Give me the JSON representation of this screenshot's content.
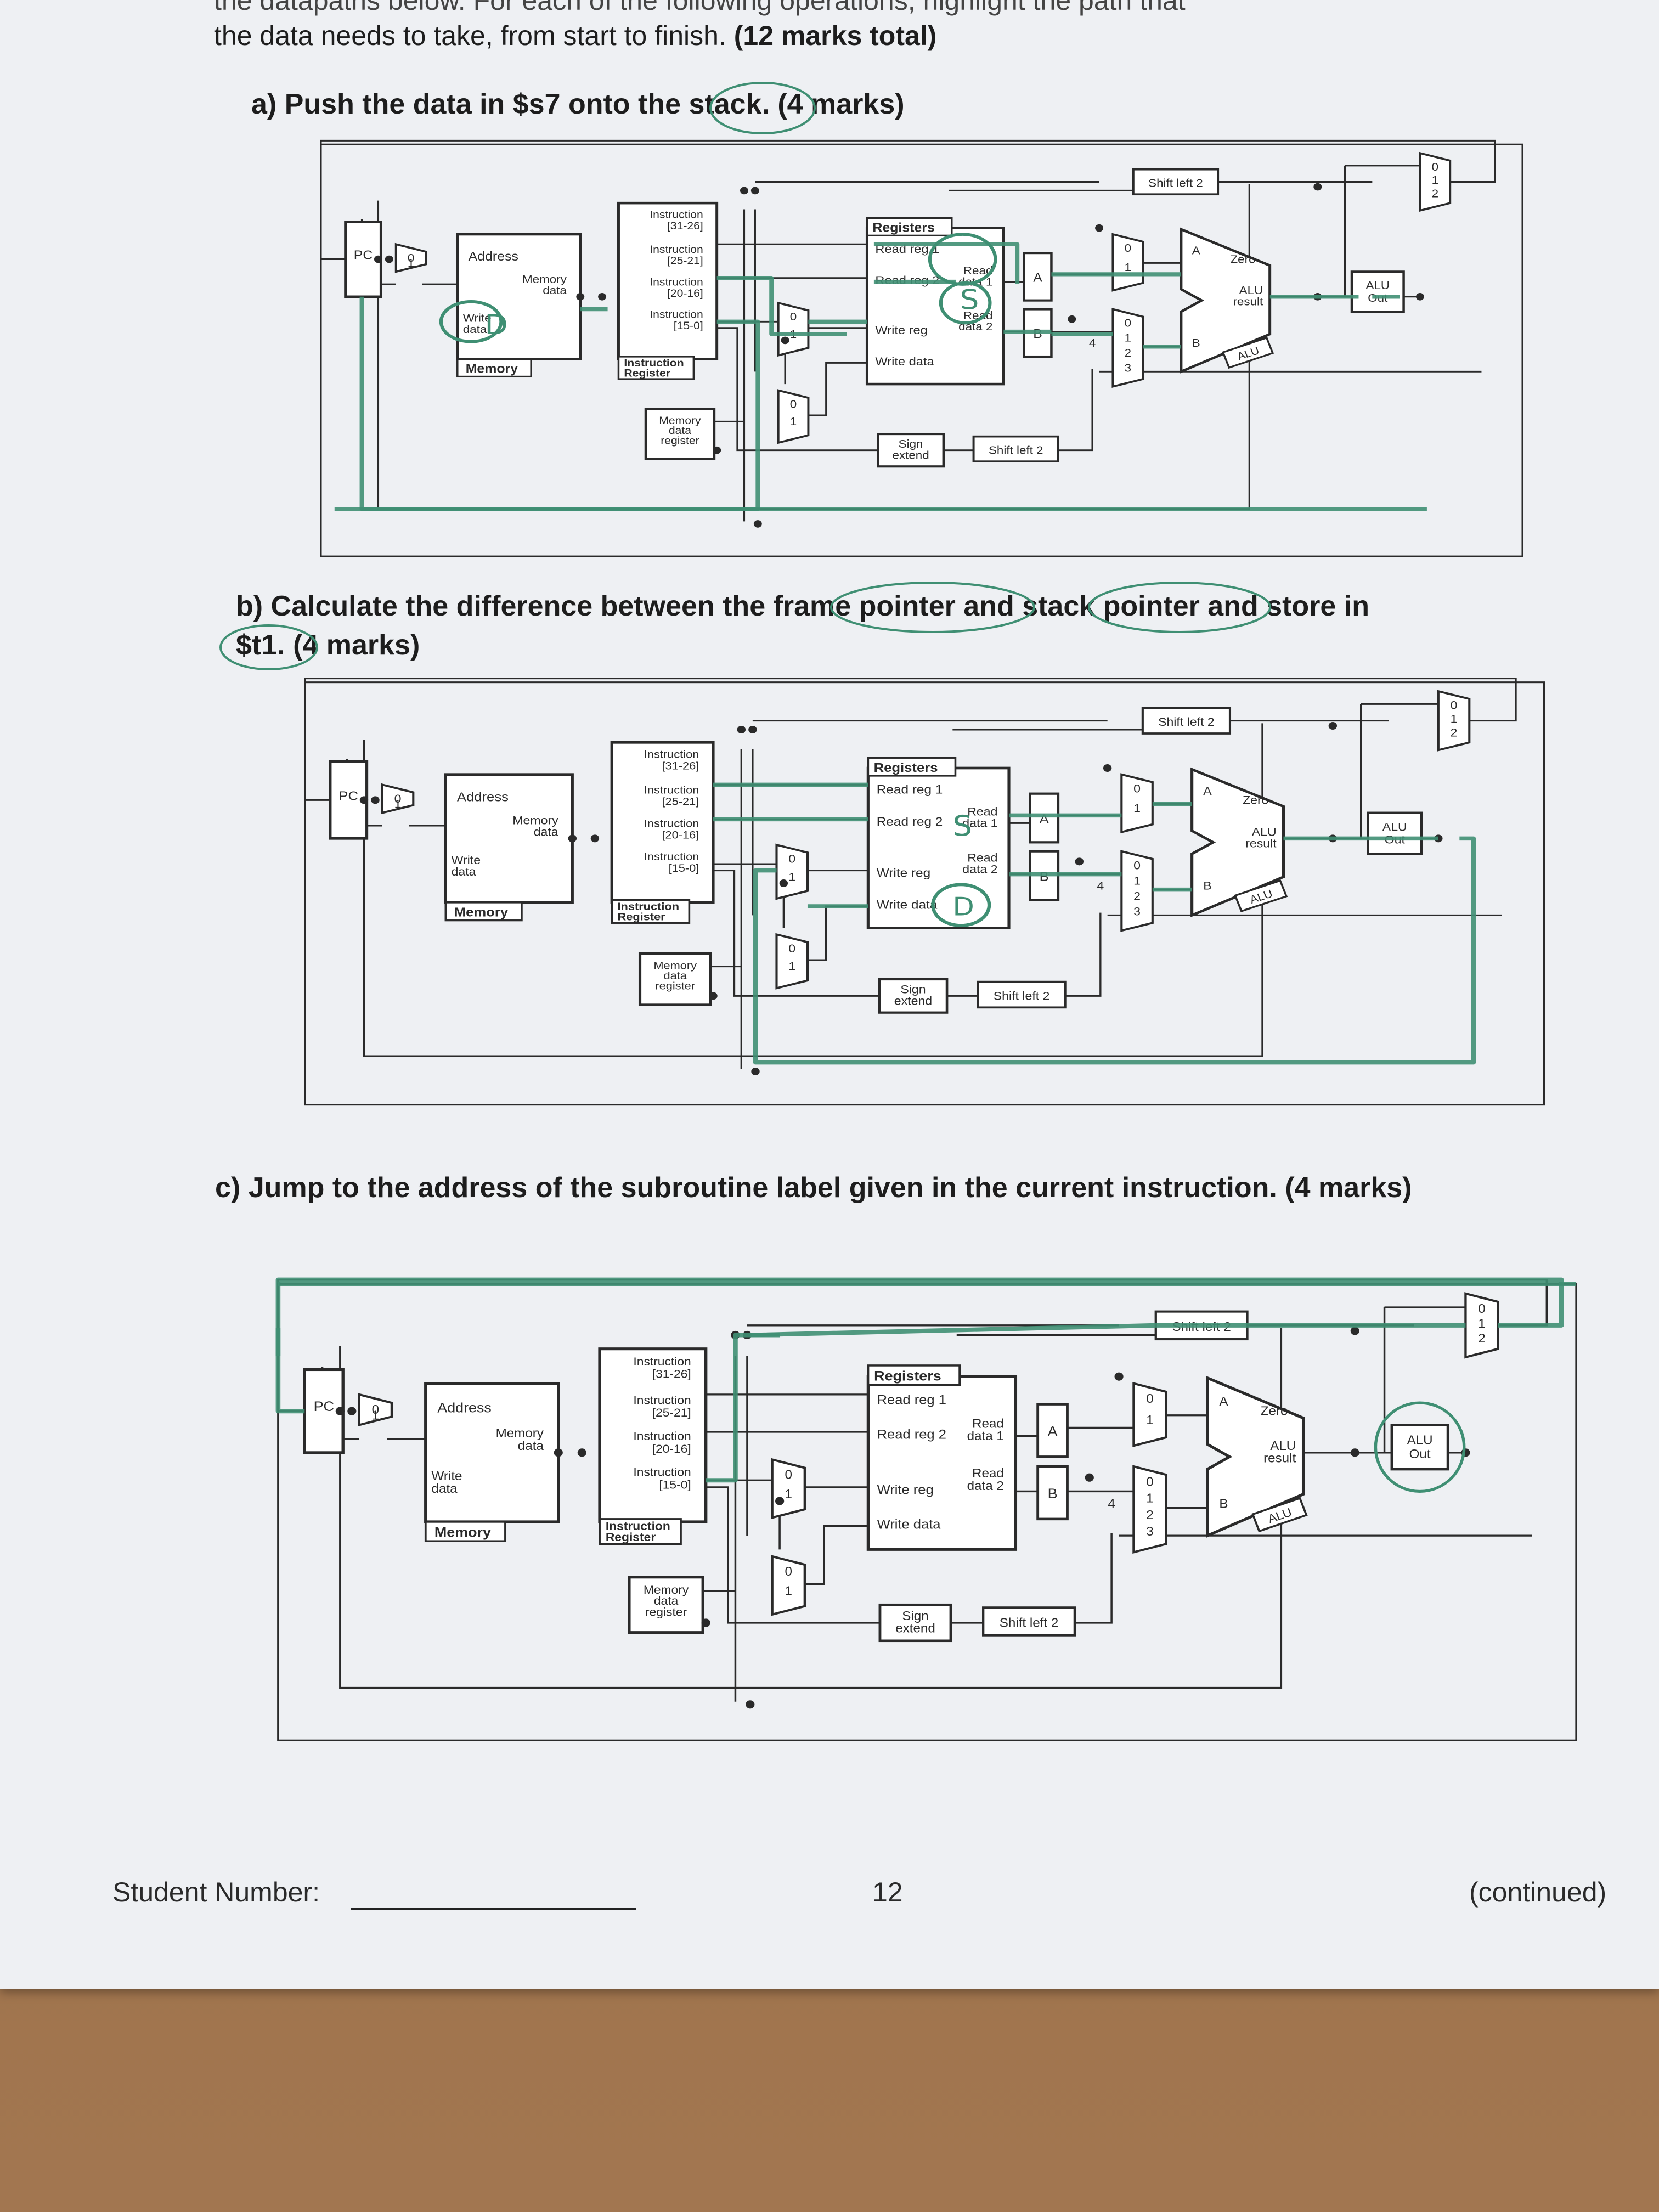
{
  "header": {
    "line1": "the datapaths below. For each of the following operations, highlight the path that",
    "line2": "the data needs to take, from start to finish.",
    "line2_marks": "(12 marks total)"
  },
  "questions": [
    {
      "label": "a)",
      "text": "Push the data in $s7 onto the stack.",
      "marks": "(4 marks)"
    },
    {
      "label": "b)",
      "text": "Calculate the difference between the frame pointer and stack pointer and store in",
      "text2": "$t1.",
      "marks": "(4 marks)"
    },
    {
      "label": "c)",
      "text": "Jump to the address of the subroutine label given in the current instruction.",
      "marks": "(4 marks)"
    }
  ],
  "diagram": {
    "pc": "PC",
    "mux0": "0",
    "mux1": "1",
    "mux2": "2",
    "mux3": "3",
    "address": "Address",
    "memory_data_1": "Memory",
    "memory_data_2": "data",
    "write_data_1": "Write",
    "write_data_2": "data",
    "memory": "Memory",
    "instr_3126_1": "Instruction",
    "instr_3126_2": "[31-26]",
    "instr_2521_1": "Instruction",
    "instr_2521_2": "[25-21]",
    "instr_2016_1": "Instruction",
    "instr_2016_2": "[20-16]",
    "instr_150_1": "Instruction",
    "instr_150_2": "[15-0]",
    "instr_reg_1": "Instruction",
    "instr_reg_2": "Register",
    "mdr_1": "Memory",
    "mdr_2": "data",
    "mdr_3": "register",
    "registers": "Registers",
    "read_reg1": "Read reg 1",
    "read_reg2": "Read reg 2",
    "write_reg": "Write reg",
    "write_data": "Write data",
    "read_data1_1": "Read",
    "read_data1_2": "data 1",
    "read_data2_1": "Read",
    "read_data2_2": "data 2",
    "a": "A",
    "b": "B",
    "four": "4",
    "sign_1": "Sign",
    "sign_2": "extend",
    "shift_left_2": "Shift left 2",
    "zero": "Zero",
    "alu_result_1": "ALU",
    "alu_result_2": "result",
    "alu": "ALU",
    "alu_out_1": "ALU",
    "alu_out_2": "Out"
  },
  "annotations": {
    "a_memory_write": "D",
    "a_read_data2": "S",
    "b_read_data1": "S",
    "b_write_data": "D"
  },
  "footer": {
    "student_number": "Student Number:",
    "page_number": "12",
    "continued": "(continued)"
  },
  "colors": {
    "highlight": "#3f8f73",
    "ink": "#2a2a2a",
    "paper": "#eef0f3"
  }
}
